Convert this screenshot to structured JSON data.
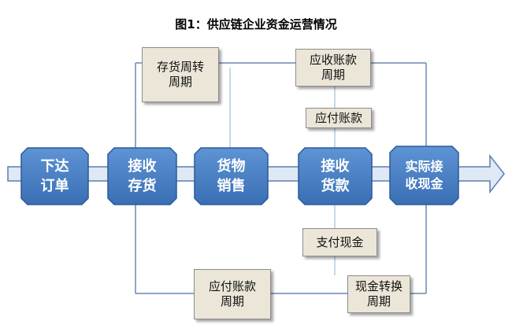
{
  "title": "图1：供应链企业资金运营情况",
  "process": [
    {
      "id": "place-order",
      "label": "下达\n订单"
    },
    {
      "id": "receive-inventory",
      "label": "接收\n存货"
    },
    {
      "id": "sell-goods",
      "label": "货物\n销售"
    },
    {
      "id": "receive-payment",
      "label": "接收\n货款"
    },
    {
      "id": "actual-cash-receipt",
      "label": "实际接\n收现金"
    }
  ],
  "cycles": {
    "inventory_turnover_period": "存货周转\n周期",
    "receivables_period": "应收账款\n周期",
    "payables_period": "应付账款\n周期",
    "cash_conversion_period": "现金转换\n周期"
  },
  "events": {
    "accounts_payable": "应付账款",
    "pay_cash": "支付现金"
  },
  "colors": {
    "node_top": "#5e93d4",
    "node_bottom": "#3a6fb4",
    "node_border": "#2b5a98",
    "arrow_fill": "#dfe8f5",
    "arrow_stroke": "#5b7fae",
    "line": "#6a88b4",
    "thin_line": "#9cc0dc",
    "box_fill": "#ebe6d8"
  }
}
